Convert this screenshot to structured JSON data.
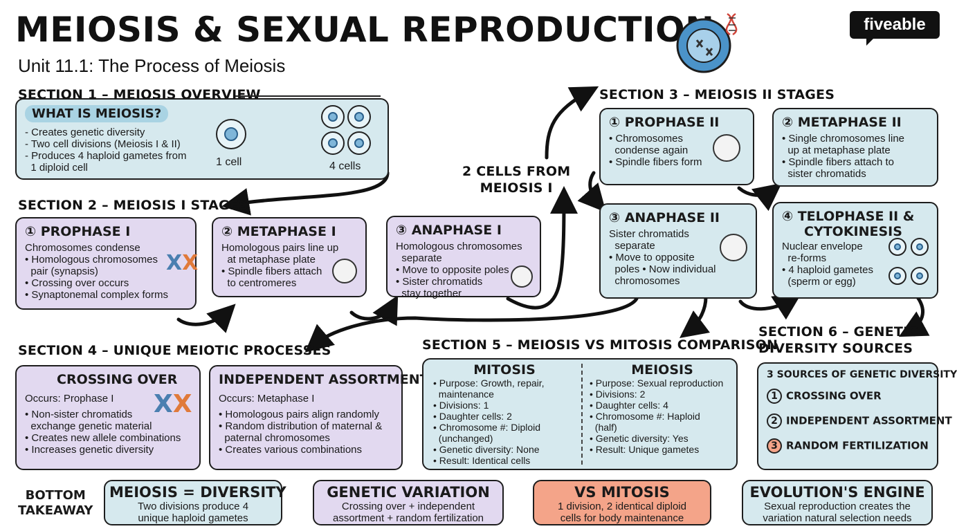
{
  "header": {
    "title": "MEIOSIS & SEXUAL REPRODUCTION",
    "subtitle": "Unit 11.1: The Process of Meiosis",
    "logo": "fiveable"
  },
  "section1": {
    "heading": "SECTION 1 – MEIOSIS OVERVIEW",
    "pill": "WHAT IS MEIOSIS?",
    "lines": [
      "- Creates genetic diversity",
      "- Two cell divisions (Meiosis I & II)",
      "- Produces 4 haploid gametes from",
      "  1 diploid cell"
    ],
    "one_cell": "1 cell",
    "four_cells": "4 cells"
  },
  "section2": {
    "heading": "SECTION 2 – MEIOSIS I STAGES",
    "prophase": {
      "title": "① PROPHASE I",
      "lines": [
        "Chromosomes condense",
        "Homologous chromosomes",
        "  pair (synapsis)",
        "Crossing over occurs",
        "Synaptonemal complex forms"
      ]
    },
    "metaphase": {
      "title": "② METAPHASE I",
      "lines": [
        "Homologous pairs line up",
        "  at metaphase plate",
        "Spindle fibers attach",
        "  to centromeres"
      ]
    },
    "anaphase": {
      "title": "③ ANAPHASE I",
      "lines": [
        "Homologous chromosomes",
        "  separate",
        "Move to opposite poles",
        "Sister chromatids",
        "  stay together"
      ]
    }
  },
  "middle_label": [
    "2 CELLS FROM",
    "MEIOSIS I"
  ],
  "section3": {
    "heading": "SECTION 3 – MEIOSIS II STAGES",
    "prophase2": {
      "title": "① PROPHASE II",
      "lines": [
        "Chromosomes",
        "  condense again",
        "Spindle fibers form"
      ]
    },
    "metaphase2": {
      "title": "② METAPHASE II",
      "lines": [
        "Single chromosomes line",
        "  up at metaphase plate",
        "Spindle fibers attach to",
        "  sister chromatids"
      ]
    },
    "anaphase2": {
      "title": "③ ANAPHASE II",
      "lines": [
        "Sister chromatids",
        "  separate",
        "Move to opposite",
        "  poles • Now individual",
        "  chromosomes"
      ]
    },
    "telophase2": {
      "title": "④ TELOPHASE II &",
      "title2": "CYTOKINESIS",
      "lines": [
        "Nuclear envelope",
        "  re-forms",
        "4 haploid gametes",
        "  (sperm or egg)"
      ]
    }
  },
  "section4": {
    "heading": "SECTION 4 – UNIQUE MEIOTIC PROCESSES",
    "crossing": {
      "title": "CROSSING OVER",
      "occurs": "Occurs: Prophase I",
      "lines": [
        "Non-sister chromatids",
        "  exchange genetic material",
        "Creates new allele combinations",
        "Increases genetic diversity"
      ]
    },
    "independent": {
      "title": "INDEPENDENT ASSORTMENT",
      "occurs": "Occurs: Metaphase I",
      "lines": [
        "Homologous pairs align randomly",
        "Random distribution of maternal &",
        "  paternal chromosomes",
        "Creates various combinations"
      ]
    }
  },
  "section5": {
    "heading": "SECTION 5 – MEIOSIS VS MITOSIS COMPARISON",
    "mitosis": {
      "title": "MITOSIS",
      "lines": [
        "Purpose: Growth, repair,",
        "  maintenance",
        "Divisions: 1",
        "Daughter cells: 2",
        "Chromosome #: Diploid",
        "  (unchanged)",
        "Genetic diversity: None",
        "Result: Identical cells"
      ]
    },
    "meiosis": {
      "title": "MEIOSIS",
      "lines": [
        "Purpose: Sexual reproduction",
        "Divisions: 2",
        "Daughter cells: 4",
        "Chromosome #: Haploid",
        "  (half)",
        "Genetic diversity: Yes",
        "Result: Unique gametes"
      ]
    }
  },
  "section6": {
    "heading": [
      "SECTION 6 – GENETIC",
      "DIVERSITY SOURCES"
    ],
    "box_title": "3 SOURCES OF GENETIC DIVERSITY",
    "sources": [
      "CROSSING OVER",
      "INDEPENDENT ASSORTMENT",
      "RANDOM FERTILIZATION"
    ]
  },
  "takeaway": {
    "label": [
      "BOTTOM",
      "TAKEAWAY"
    ],
    "items": [
      {
        "title": "MEIOSIS = DIVERSITY",
        "text": [
          "Two divisions produce 4",
          "unique haploid gametes"
        ],
        "color": "#d6e9ee"
      },
      {
        "title": "GENETIC VARIATION",
        "text": [
          "Crossing over + independent",
          "assortment + random fertilization"
        ],
        "color": "#e2d9f0"
      },
      {
        "title": "VS MITOSIS",
        "text": [
          "1 division, 2 identical diploid",
          "cells for body maintenance"
        ],
        "color": "#f4a489"
      },
      {
        "title": "EVOLUTION'S ENGINE",
        "text": [
          "Sexual reproduction creates the",
          "variation natural selection needs"
        ],
        "color": "#d6e9ee"
      }
    ]
  },
  "colors": {
    "blue": "#d6e9ee",
    "purple": "#e2d9f0",
    "salmon": "#f4a489",
    "chrom_blue": "#4a7fb0",
    "chrom_orange": "#e07a3a"
  }
}
